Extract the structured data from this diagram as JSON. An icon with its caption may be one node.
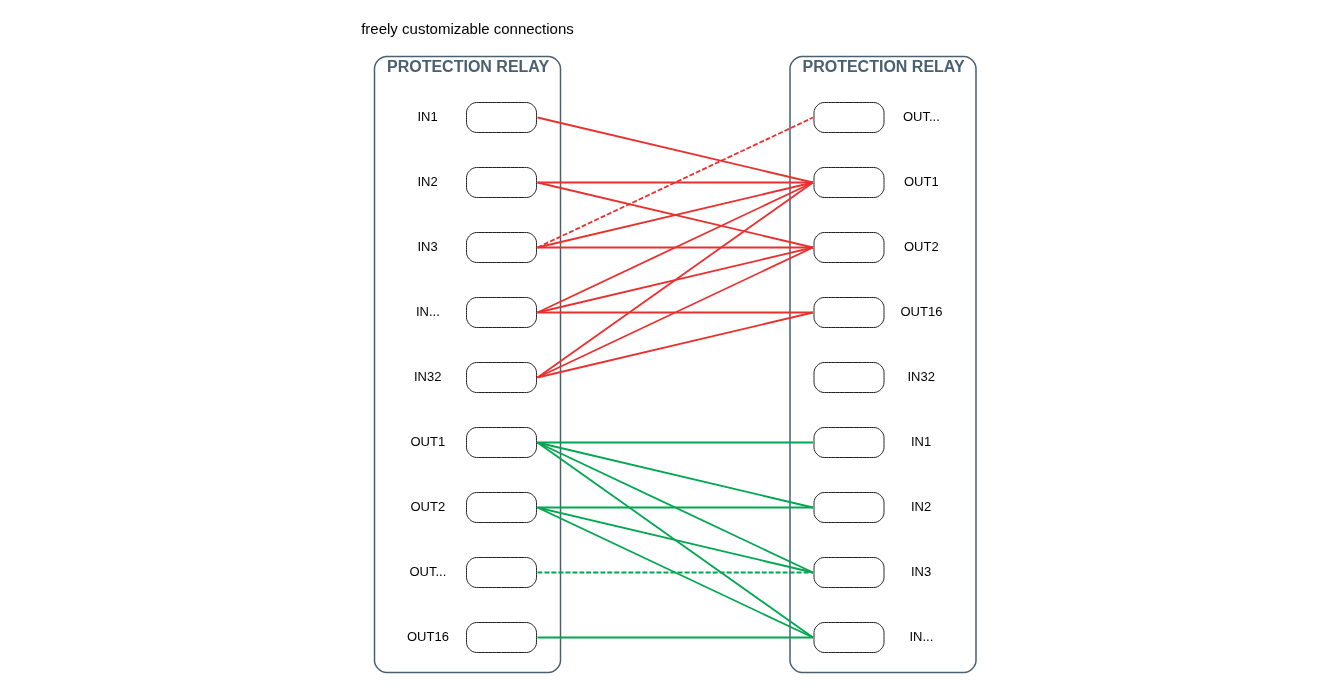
{
  "diagram": {
    "nodes": [
      {
        "text": [
          "PROTECTION RELAY"
        ]
      },
      {
        "text": [],
        "shape": "box",
        "beside": [
          "IN1"
        ],
        "in": 0
      },
      {
        "text": [],
        "shape": "box",
        "beside": [
          "IN2"
        ],
        "in": 0
      },
      {
        "text": [],
        "shape": "box",
        "beside": [
          "IN3"
        ],
        "in": 0
      },
      {
        "text": [],
        "shape": "box",
        "beside": [
          "IN..."
        ],
        "in": 0
      },
      {
        "text": [],
        "shape": "box",
        "beside": [
          "IN32"
        ],
        "in": 0
      },
      {
        "text": [],
        "shape": "box",
        "beside": [
          "OUT1"
        ],
        "in": 0
      },
      {
        "text": [],
        "shape": "box",
        "beside": [
          "OUT2"
        ],
        "in": 0
      },
      {
        "text": [],
        "shape": "box",
        "beside": [
          "OUT..."
        ],
        "in": 0
      },
      {
        "text": [],
        "shape": "box",
        "beside": [
          "OUT16"
        ],
        "in": 0
      },
      {
        "text": [
          "PROTECTION RELAY"
        ]
      },
      {
        "text": [],
        "shape": "box",
        "beside": [
          "IN1"
        ],
        "in": 10
      },
      {
        "text": [],
        "shape": "box",
        "beside": [
          "IN2"
        ],
        "in": 10
      },
      {
        "text": [],
        "shape": "box",
        "beside": [
          "IN3"
        ],
        "in": 10
      },
      {
        "text": [],
        "shape": "box",
        "beside": [
          "IN..."
        ],
        "in": 10
      },
      {
        "text": [],
        "shape": "box",
        "beside": [
          "IN32"
        ],
        "in": 10
      },
      {
        "text": [],
        "shape": "box",
        "beside": [
          "OUT1"
        ],
        "in": 10
      },
      {
        "text": [],
        "shape": "box",
        "beside": [
          "OUT2"
        ],
        "in": 10
      },
      {
        "text": [],
        "shape": "box",
        "beside": [
          "OUT..."
        ],
        "in": 10
      },
      {
        "text": [],
        "shape": "box",
        "beside": [
          "OUT16"
        ],
        "in": 10
      }
    ],
    "edges": [
      {
        "from": 1,
        "to": 16,
        "arrow": "none",
        "color": "#e8312f"
      },
      {
        "from": 2,
        "to": 16,
        "arrow": "none",
        "color": "#e8312f"
      },
      {
        "from": 2,
        "to": 17,
        "arrow": "none",
        "color": "#e8312f"
      },
      {
        "from": 3,
        "to": 18,
        "arrow": "none",
        "style": "dashed",
        "color": "#e8312f"
      },
      {
        "from": 3,
        "to": 16,
        "arrow": "none",
        "color": "#e8312f"
      },
      {
        "from": 3,
        "to": 17,
        "arrow": "none",
        "color": "#e8312f"
      },
      {
        "from": 4,
        "to": 16,
        "arrow": "none",
        "color": "#e8312f"
      },
      {
        "from": 4,
        "to": 17,
        "arrow": "none",
        "color": "#e8312f"
      },
      {
        "from": 4,
        "to": 19,
        "arrow": "none",
        "color": "#e8312f"
      },
      {
        "from": 5,
        "to": 16,
        "arrow": "none",
        "color": "#e8312f"
      },
      {
        "from": 5,
        "to": 17,
        "arrow": "none",
        "color": "#e8312f"
      },
      {
        "from": 5,
        "to": 19,
        "arrow": "none",
        "color": "#e8312f"
      },
      {
        "from": 6,
        "to": 11,
        "arrow": "none",
        "color": "#00a650"
      },
      {
        "from": 6,
        "to": 12,
        "arrow": "none",
        "color": "#00a650"
      },
      {
        "from": 6,
        "to": 13,
        "arrow": "none",
        "color": "#00a650"
      },
      {
        "from": 6,
        "to": 14,
        "arrow": "none",
        "color": "#00a650"
      },
      {
        "from": 7,
        "to": 12,
        "arrow": "none",
        "color": "#00a650"
      },
      {
        "from": 7,
        "to": 13,
        "arrow": "none",
        "color": "#00a650"
      },
      {
        "from": 7,
        "to": 14,
        "arrow": "none",
        "color": "#00a650"
      },
      {
        "from": 8,
        "to": 13,
        "arrow": "none",
        "style": "dashed",
        "color": "#00a650"
      },
      {
        "from": 9,
        "to": 14,
        "arrow": "none",
        "color": "#00a650"
      }
    ],
    "labels": [
      "freely customizable connections"
    ]
  }
}
